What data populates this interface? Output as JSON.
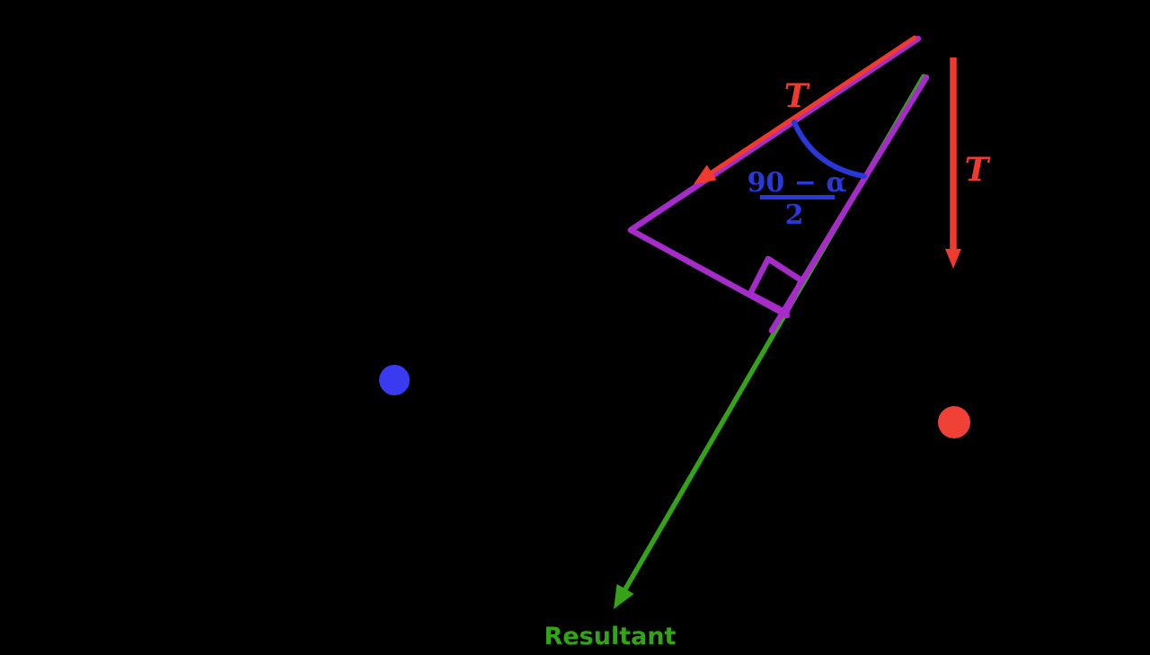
{
  "diagram": {
    "labels": {
      "tension_rope": "T",
      "tension_vertical": "T",
      "angle_numerator": "90 − α",
      "angle_denominator": "2",
      "resultant": "Resultant"
    },
    "colors": {
      "background": "#000000",
      "triangle": "#a62cc9",
      "tension": "#f03a2e",
      "angle": "#2a38d8",
      "resultant": "#34a317",
      "point_blue": "#3a3af0",
      "point_red": "#ef4136"
    }
  }
}
